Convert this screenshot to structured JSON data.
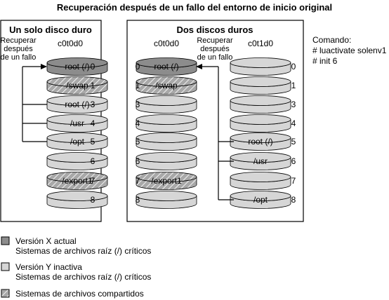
{
  "title": "Recuperación después de un fallo del entorno de inicio original",
  "colors": {
    "active": "#8c8c8c",
    "inactive": "#d6d6d6",
    "shared": "#a8a8a8",
    "stroke": "#000000",
    "background": "#ffffff"
  },
  "panel_single": {
    "heading": "Un solo disco duro",
    "disk_label": "c0t0d0",
    "recover_label": [
      "Recuperar",
      "después",
      "de un fallo"
    ],
    "slices": [
      {
        "label": "root (/)",
        "num": "0",
        "kind": "active"
      },
      {
        "label": "/swap",
        "num": "1",
        "kind": "shared"
      },
      {
        "label": "root (/)",
        "num": "3",
        "kind": "inactive"
      },
      {
        "label": "/usr",
        "num": "4",
        "kind": "inactive"
      },
      {
        "label": "/opt",
        "num": "5",
        "kind": "inactive"
      },
      {
        "label": "",
        "num": "6",
        "kind": "inactive"
      },
      {
        "label": "/export1",
        "num": "7",
        "kind": "shared"
      },
      {
        "label": "",
        "num": "8",
        "kind": "inactive"
      }
    ]
  },
  "panel_dual": {
    "heading": "Dos discos duros",
    "disk1_label": "c0t0d0",
    "disk2_label": "c0t1d0",
    "recover_label": [
      "Recuperar",
      "después",
      "de un fallo"
    ],
    "disk1_slices": [
      {
        "label": "root (/)",
        "num": "0",
        "kind": "active"
      },
      {
        "label": "/swap",
        "num": "1",
        "kind": "shared"
      },
      {
        "label": "",
        "num": "3",
        "kind": "inactive"
      },
      {
        "label": "",
        "num": "4",
        "kind": "inactive"
      },
      {
        "label": "",
        "num": "5",
        "kind": "inactive"
      },
      {
        "label": "",
        "num": "6",
        "kind": "inactive"
      },
      {
        "label": "/export1",
        "num": "7",
        "kind": "shared"
      },
      {
        "label": "",
        "num": "8",
        "kind": "inactive"
      }
    ],
    "disk2_slices": [
      {
        "label": "",
        "num": "0",
        "kind": "inactive"
      },
      {
        "label": "",
        "num": "1",
        "kind": "inactive"
      },
      {
        "label": "",
        "num": "3",
        "kind": "inactive"
      },
      {
        "label": "",
        "num": "4",
        "kind": "inactive"
      },
      {
        "label": "root (/)",
        "num": "5",
        "kind": "inactive"
      },
      {
        "label": "/usr",
        "num": "6",
        "kind": "inactive"
      },
      {
        "label": "",
        "num": "7",
        "kind": "inactive"
      },
      {
        "label": "/opt",
        "num": "8",
        "kind": "inactive"
      }
    ]
  },
  "command": {
    "heading": "Comando:",
    "lines": [
      "# luactivate solenv1",
      "# init 6"
    ]
  },
  "legend": [
    {
      "kind": "active",
      "lines": [
        "Versión X actual",
        "Sistemas de archivos raíz (/) críticos"
      ]
    },
    {
      "kind": "inactive",
      "lines": [
        "Versión Y inactiva",
        "Sistemas de archivos raíz (/) críticos"
      ]
    },
    {
      "kind": "shared",
      "lines": [
        "Sistemas de archivos compartidos"
      ]
    }
  ]
}
